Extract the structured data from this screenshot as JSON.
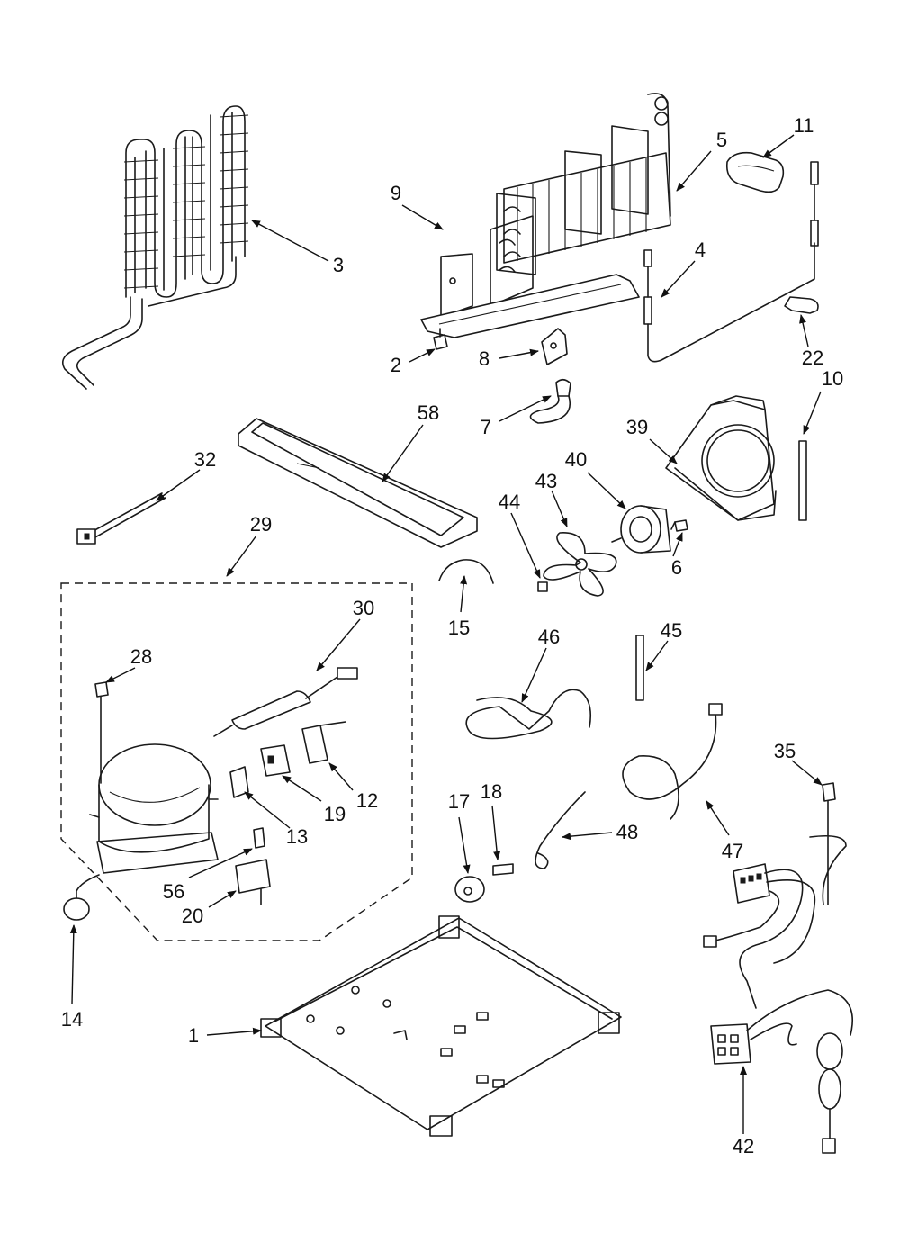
{
  "callouts": [
    {
      "id": "c1",
      "text": "1"
    },
    {
      "id": "c2",
      "text": "2"
    },
    {
      "id": "c3",
      "text": "3"
    },
    {
      "id": "c4",
      "text": "4"
    },
    {
      "id": "c5",
      "text": "5"
    },
    {
      "id": "c6",
      "text": "6"
    },
    {
      "id": "c7",
      "text": "7"
    },
    {
      "id": "c8",
      "text": "8"
    },
    {
      "id": "c9",
      "text": "9"
    },
    {
      "id": "c10",
      "text": "10"
    },
    {
      "id": "c11",
      "text": "11"
    },
    {
      "id": "c12",
      "text": "12"
    },
    {
      "id": "c13",
      "text": "13"
    },
    {
      "id": "c14",
      "text": "14"
    },
    {
      "id": "c15",
      "text": "15"
    },
    {
      "id": "c17",
      "text": "17"
    },
    {
      "id": "c18",
      "text": "18"
    },
    {
      "id": "c19",
      "text": "19"
    },
    {
      "id": "c20",
      "text": "20"
    },
    {
      "id": "c22",
      "text": "22"
    },
    {
      "id": "c28",
      "text": "28"
    },
    {
      "id": "c29",
      "text": "29"
    },
    {
      "id": "c30",
      "text": "30"
    },
    {
      "id": "c32",
      "text": "32"
    },
    {
      "id": "c35",
      "text": "35"
    },
    {
      "id": "c39",
      "text": "39"
    },
    {
      "id": "c40",
      "text": "40"
    },
    {
      "id": "c42",
      "text": "42"
    },
    {
      "id": "c43",
      "text": "43"
    },
    {
      "id": "c44",
      "text": "44"
    },
    {
      "id": "c45",
      "text": "45"
    },
    {
      "id": "c46",
      "text": "46"
    },
    {
      "id": "c47",
      "text": "47"
    },
    {
      "id": "c48",
      "text": "48"
    },
    {
      "id": "c56",
      "text": "56"
    },
    {
      "id": "c58",
      "text": "58"
    }
  ],
  "colors": {
    "ink": "#1a1a1a",
    "background": "#ffffff"
  }
}
